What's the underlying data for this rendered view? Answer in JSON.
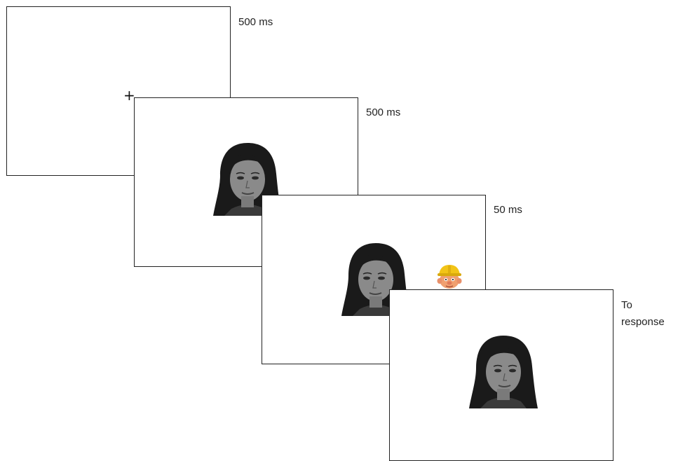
{
  "frames": [
    {
      "duration": "500 ms",
      "content": "fixation-cross",
      "symbol": "+"
    },
    {
      "duration": "500 ms",
      "content": "face"
    },
    {
      "duration": "50 ms",
      "content": "face-with-cartoon-cue"
    },
    {
      "duration_lines": [
        "To",
        "response"
      ],
      "content": "face"
    }
  ],
  "colors": {
    "frame_border": "#222222",
    "face_gray": "#4a4a4a",
    "hair": "#1a1a1a",
    "cue_helmet": "#f2c417",
    "cue_skin": "#f0a070"
  },
  "icons": {
    "stimulus_face": "face-photo-icon",
    "cue": "cartoon-builder-head-icon"
  }
}
